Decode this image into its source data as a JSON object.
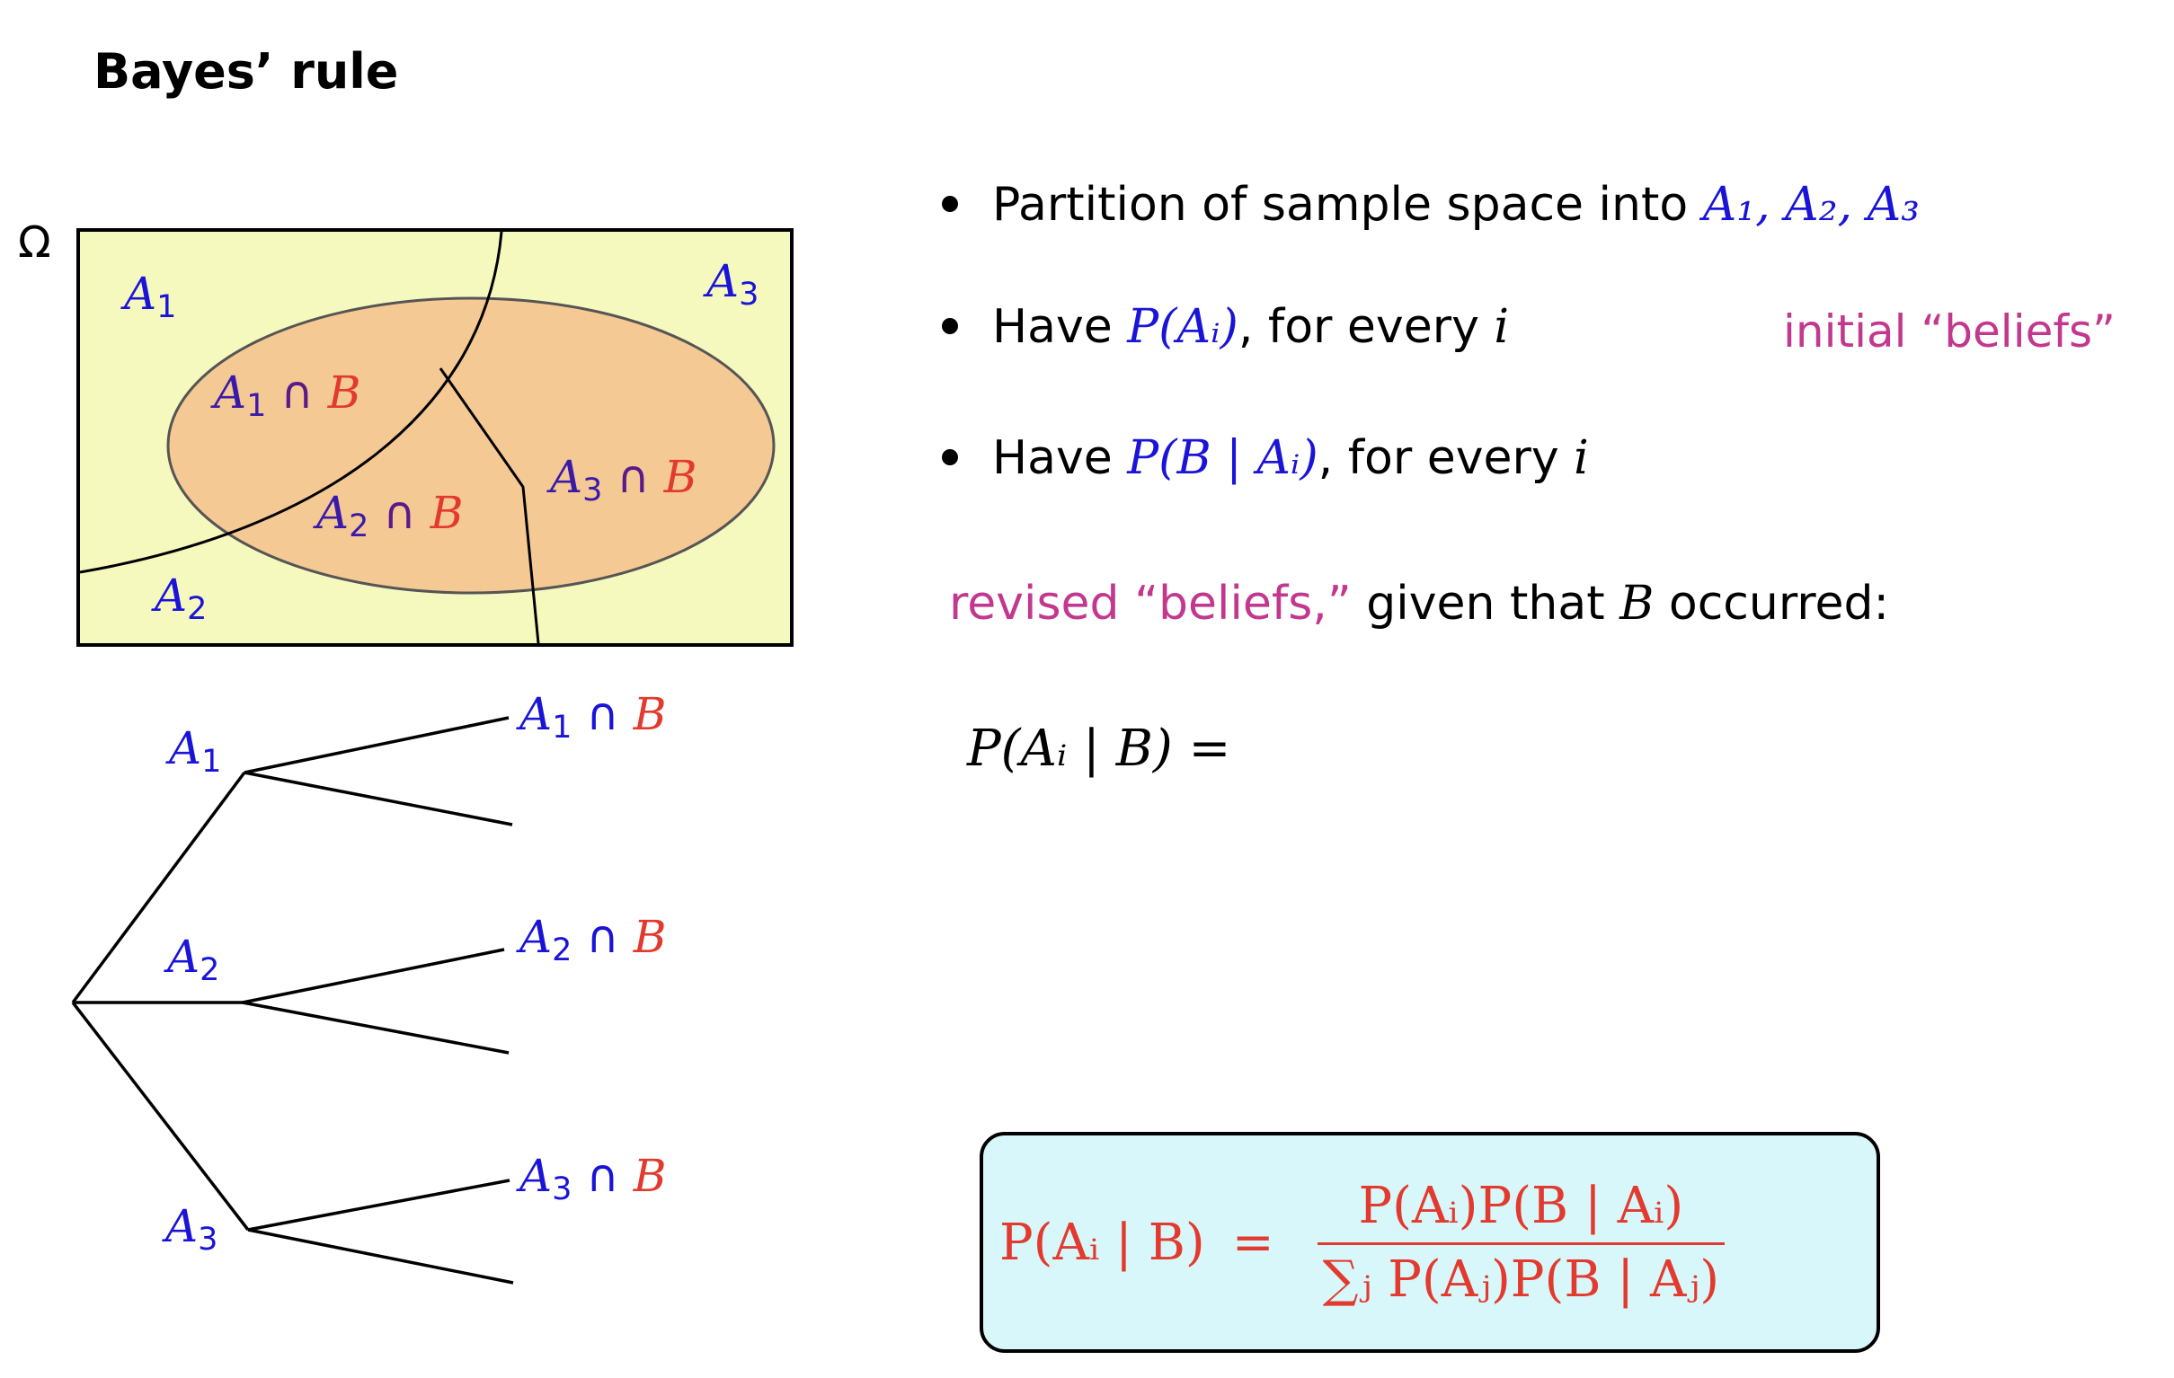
{
  "title": "Bayes’ rule",
  "venn": {
    "omega": "Ω",
    "regions": {
      "a1": "A",
      "a1_sub": "1",
      "a2": "A",
      "a2_sub": "2",
      "a3": "A",
      "a3_sub": "3",
      "a1b_a": "A",
      "a1b_sub": "1",
      "a1b_cap": " ∩ ",
      "a1b_b": "B",
      "a2b_a": "A",
      "a2b_sub": "2",
      "a2b_cap": " ∩ ",
      "a2b_b": "B",
      "a3b_a": "A",
      "a3b_sub": "3",
      "a3b_cap": " ∩ ",
      "a3b_b": "B"
    }
  },
  "tree": {
    "nodes": [
      {
        "a": "A",
        "sub": "1"
      },
      {
        "a": "A",
        "sub": "2"
      },
      {
        "a": "A",
        "sub": "3"
      }
    ],
    "leaves": [
      {
        "a": "A",
        "sub": "1",
        "cap": " ∩ ",
        "b": "B"
      },
      {
        "a": "A",
        "sub": "2",
        "cap": " ∩ ",
        "b": "B"
      },
      {
        "a": "A",
        "sub": "3",
        "cap": " ∩ ",
        "b": "B"
      }
    ]
  },
  "bullets": [
    {
      "text": "Partition of sample space into ",
      "math": "A₁, A₂, A₃"
    },
    {
      "pre": "Have ",
      "math": "P(Aᵢ)",
      "post": ", for every ",
      "var": "i",
      "note": "initial “beliefs”"
    },
    {
      "pre": "Have ",
      "math": "P(B | Aᵢ)",
      "post": ", for every ",
      "var": "i"
    }
  ],
  "revised": {
    "highlight": "revised “beliefs,”",
    "rest_pre": " given that ",
    "var": "B",
    "rest_post": " occurred:"
  },
  "partial_formula": "P(Aᵢ | B) =",
  "result": {
    "lhs": "P(Aᵢ | B)",
    "eq": "=",
    "numerator": "P(Aᵢ)P(B | Aᵢ)",
    "denominator": "∑ⱼ P(Aⱼ)P(B | Aⱼ)"
  },
  "colors": {
    "blue": "#1a14d8",
    "red": "#e23a2e",
    "magenta": "#c2388e",
    "venn_bg": "#f6f9bd",
    "ellipse_fill": "#f5c994",
    "box_fill": "#d8f7fb"
  }
}
